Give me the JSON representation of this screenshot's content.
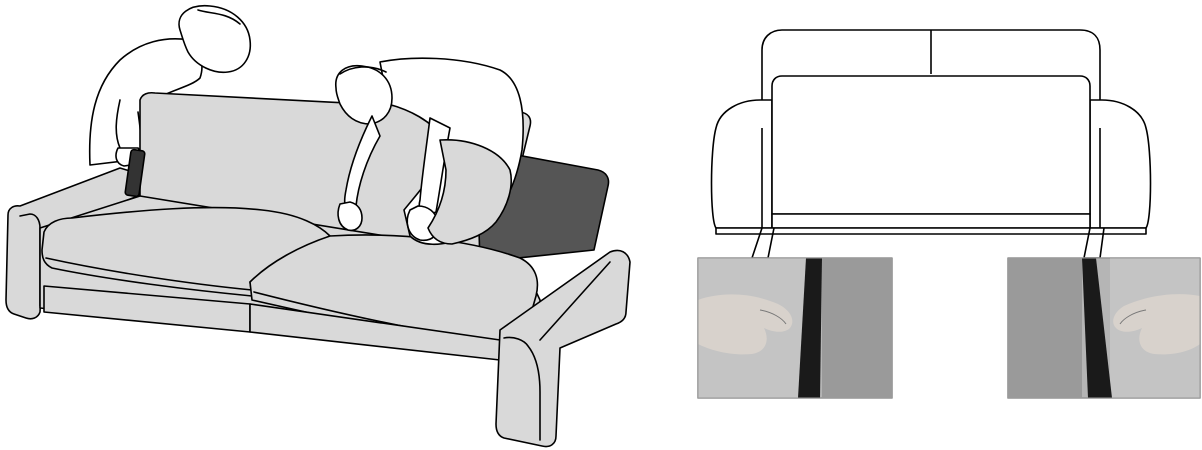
{
  "colors": {
    "background": "#ffffff",
    "line": "#000000",
    "sofa_fabric": "#d9d9d9",
    "sofa_dark_cover": "#555555",
    "photo_fabric_light": "#b9b9b9",
    "photo_fabric_dark": "#8f8f8f",
    "photo_gap": "#1a1a1a"
  },
  "panels": {
    "left": "two-people-fitting-sofa-cover-illustration",
    "right": "sofa-front-view-with-detail-photos"
  },
  "icons": [
    "sofa",
    "person",
    "hand",
    "detail-callout"
  ]
}
